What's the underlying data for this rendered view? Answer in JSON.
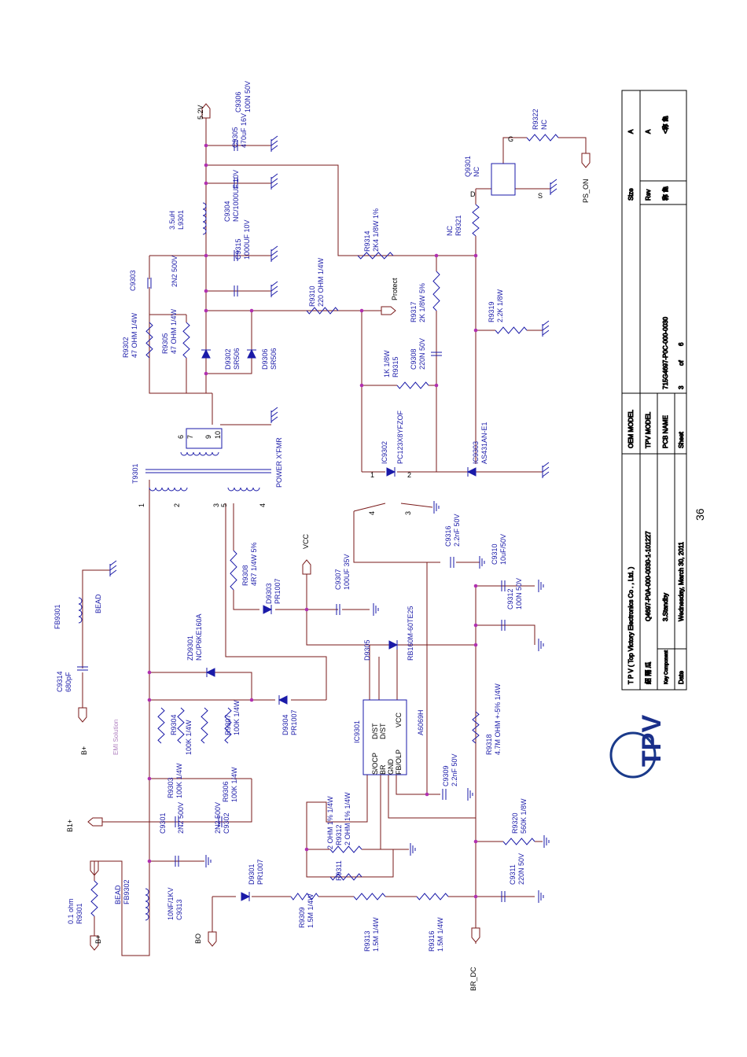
{
  "page_number": "36",
  "watermark": "EMI Solution",
  "logo_text": "TPV",
  "title_block": {
    "company": "T P V ( Top Victory Electronics Co . , Ltd. )",
    "title_row": "紹 隔 瓜",
    "key_component_label": "Key Component",
    "date_label": "Date",
    "oem_model_label": "OEM MODEL",
    "tpv_model_label": "TPV MODEL",
    "pcb_name_label": "PCB NAME",
    "sheet_label": "Sheet",
    "size_label": "Size",
    "rev_label": "Rev",
    "tpv_model_value": "Q4697-P0A-000-0030-1-101227",
    "key_component_value": "3.Standby",
    "date_value": "Wednesday, March 30, 2011",
    "pcb_name_value": "715G4697-P0C-000-0030",
    "sheet_value": "3",
    "of_label": "of",
    "sheet_total": "6",
    "size_value": "A",
    "rev_value": "A",
    "cjk_a": "称 㲋",
    "cjk_b": "<称 㲋"
  },
  "nets": {
    "v52": "5.2V",
    "bplus1": "B1+",
    "bplus": "B+",
    "vcc": "VCC",
    "ps_on": "PS_ON",
    "br_dc": "BR_DC",
    "bo": "BO",
    "protect": "Protect"
  },
  "components": {
    "c9306": [
      "C9306",
      "100N 50V"
    ],
    "c9305": [
      "C9305",
      "470uF 16V"
    ],
    "c9304": [
      "C9304",
      "NC/1000UF 10V"
    ],
    "c9315": [
      "C9315",
      "1000UF 10V"
    ],
    "l9301": [
      "3.5uH",
      "L9301"
    ],
    "c9303": [
      "C9303",
      "2N2 500V"
    ],
    "r9302": [
      "R9302",
      "47 OHM 1/4W"
    ],
    "r9305": [
      "R9305",
      "47 OHM 1/4W"
    ],
    "d9302": [
      "D9302",
      "SR506"
    ],
    "d9306": [
      "D9306",
      "SR506"
    ],
    "r9310": [
      "R9310",
      "220 OHM 1/4W"
    ],
    "r9314": [
      "R9314",
      "2K4 1/8W 1%"
    ],
    "r9317": [
      "R9317",
      "2K 1/8W 5%"
    ],
    "r9315": [
      "1K 1/8W",
      "R9315"
    ],
    "c9308": [
      "C9308",
      "220N 50V"
    ],
    "r9321": [
      "NC",
      "R9321"
    ],
    "r9319": [
      "R9319",
      "2.2K 1/8W"
    ],
    "q9301": [
      "Q9301",
      "NC"
    ],
    "r9322": [
      "R9322",
      "NC"
    ],
    "ic9302": [
      "IC9302",
      "PC123X8YFZOF"
    ],
    "ic9303": [
      "IC9303",
      "AS431AN-E1"
    ],
    "t9301": [
      "T9301",
      "POWER X'FMR"
    ],
    "c9316": [
      "C9316",
      "2.2nF 50V"
    ],
    "c9310": [
      "C9310",
      "10uF/50V"
    ],
    "c9312": [
      "C9312",
      "100N 50V"
    ],
    "r9308": [
      "R9308",
      "4R7 1/4W 5%"
    ],
    "d9303": [
      "D9303",
      "PR1007"
    ],
    "c9307": [
      "C9307",
      "100UF 35V"
    ],
    "d9305": [
      "D9305",
      "RB160M-60TE25"
    ],
    "zd9301": [
      "ZD9301",
      "NC/P6KE160A"
    ],
    "fb9301": [
      "FB9301",
      "BEAD"
    ],
    "c9314": [
      "C9314",
      "680pF"
    ],
    "r9304": [
      "R9304",
      "100K 1/4W"
    ],
    "r9307": [
      "R9307",
      "100K 1/4W"
    ],
    "r9303": [
      "R9303",
      "100K 1/4W"
    ],
    "r9306": [
      "R9306",
      "100K 1/4W"
    ],
    "d9304": [
      "D9304",
      "PR1007"
    ],
    "ic9301": [
      "IC9301",
      "A6069H"
    ],
    "r9318": [
      "R9318",
      "4.7M OHM +-5% 1/4W"
    ],
    "c9309": [
      "C9309",
      "2.2nF 50V"
    ],
    "c9301": [
      "C9301",
      "2N2 500V"
    ],
    "c9302": [
      "2N2 500V",
      "C9302"
    ],
    "r9312": [
      "R9312",
      "2 OHM 1% 1/4W"
    ],
    "r9311": [
      "2 OHM 1% 1/4W",
      "R9311"
    ],
    "r9320": [
      "R9320",
      "560K 1/8W"
    ],
    "c9313": [
      "10NF/1KV",
      "C9313"
    ],
    "d9301": [
      "D9301",
      "PR1007"
    ],
    "r9301": [
      "0.1 ohm",
      "R9301"
    ],
    "fb9302": [
      "BEAD",
      "FB9302"
    ],
    "r9309": [
      "R9309",
      "1.5M 1/4W"
    ],
    "r9313": [
      "R9313",
      "1.5M 1/4W"
    ],
    "r9316": [
      "R9316",
      "1.5M 1/4W"
    ],
    "c9311": [
      "C9311",
      "220N 50V"
    ]
  },
  "ic9301_pins": [
    "S/OCP",
    "BR",
    "GND",
    "FB/OLP",
    "D/ST",
    "D/ST",
    "VCC"
  ],
  "colors": {
    "wire": "#7a1a1a",
    "part": "#1a1aa8",
    "junction": "#b030b0"
  }
}
